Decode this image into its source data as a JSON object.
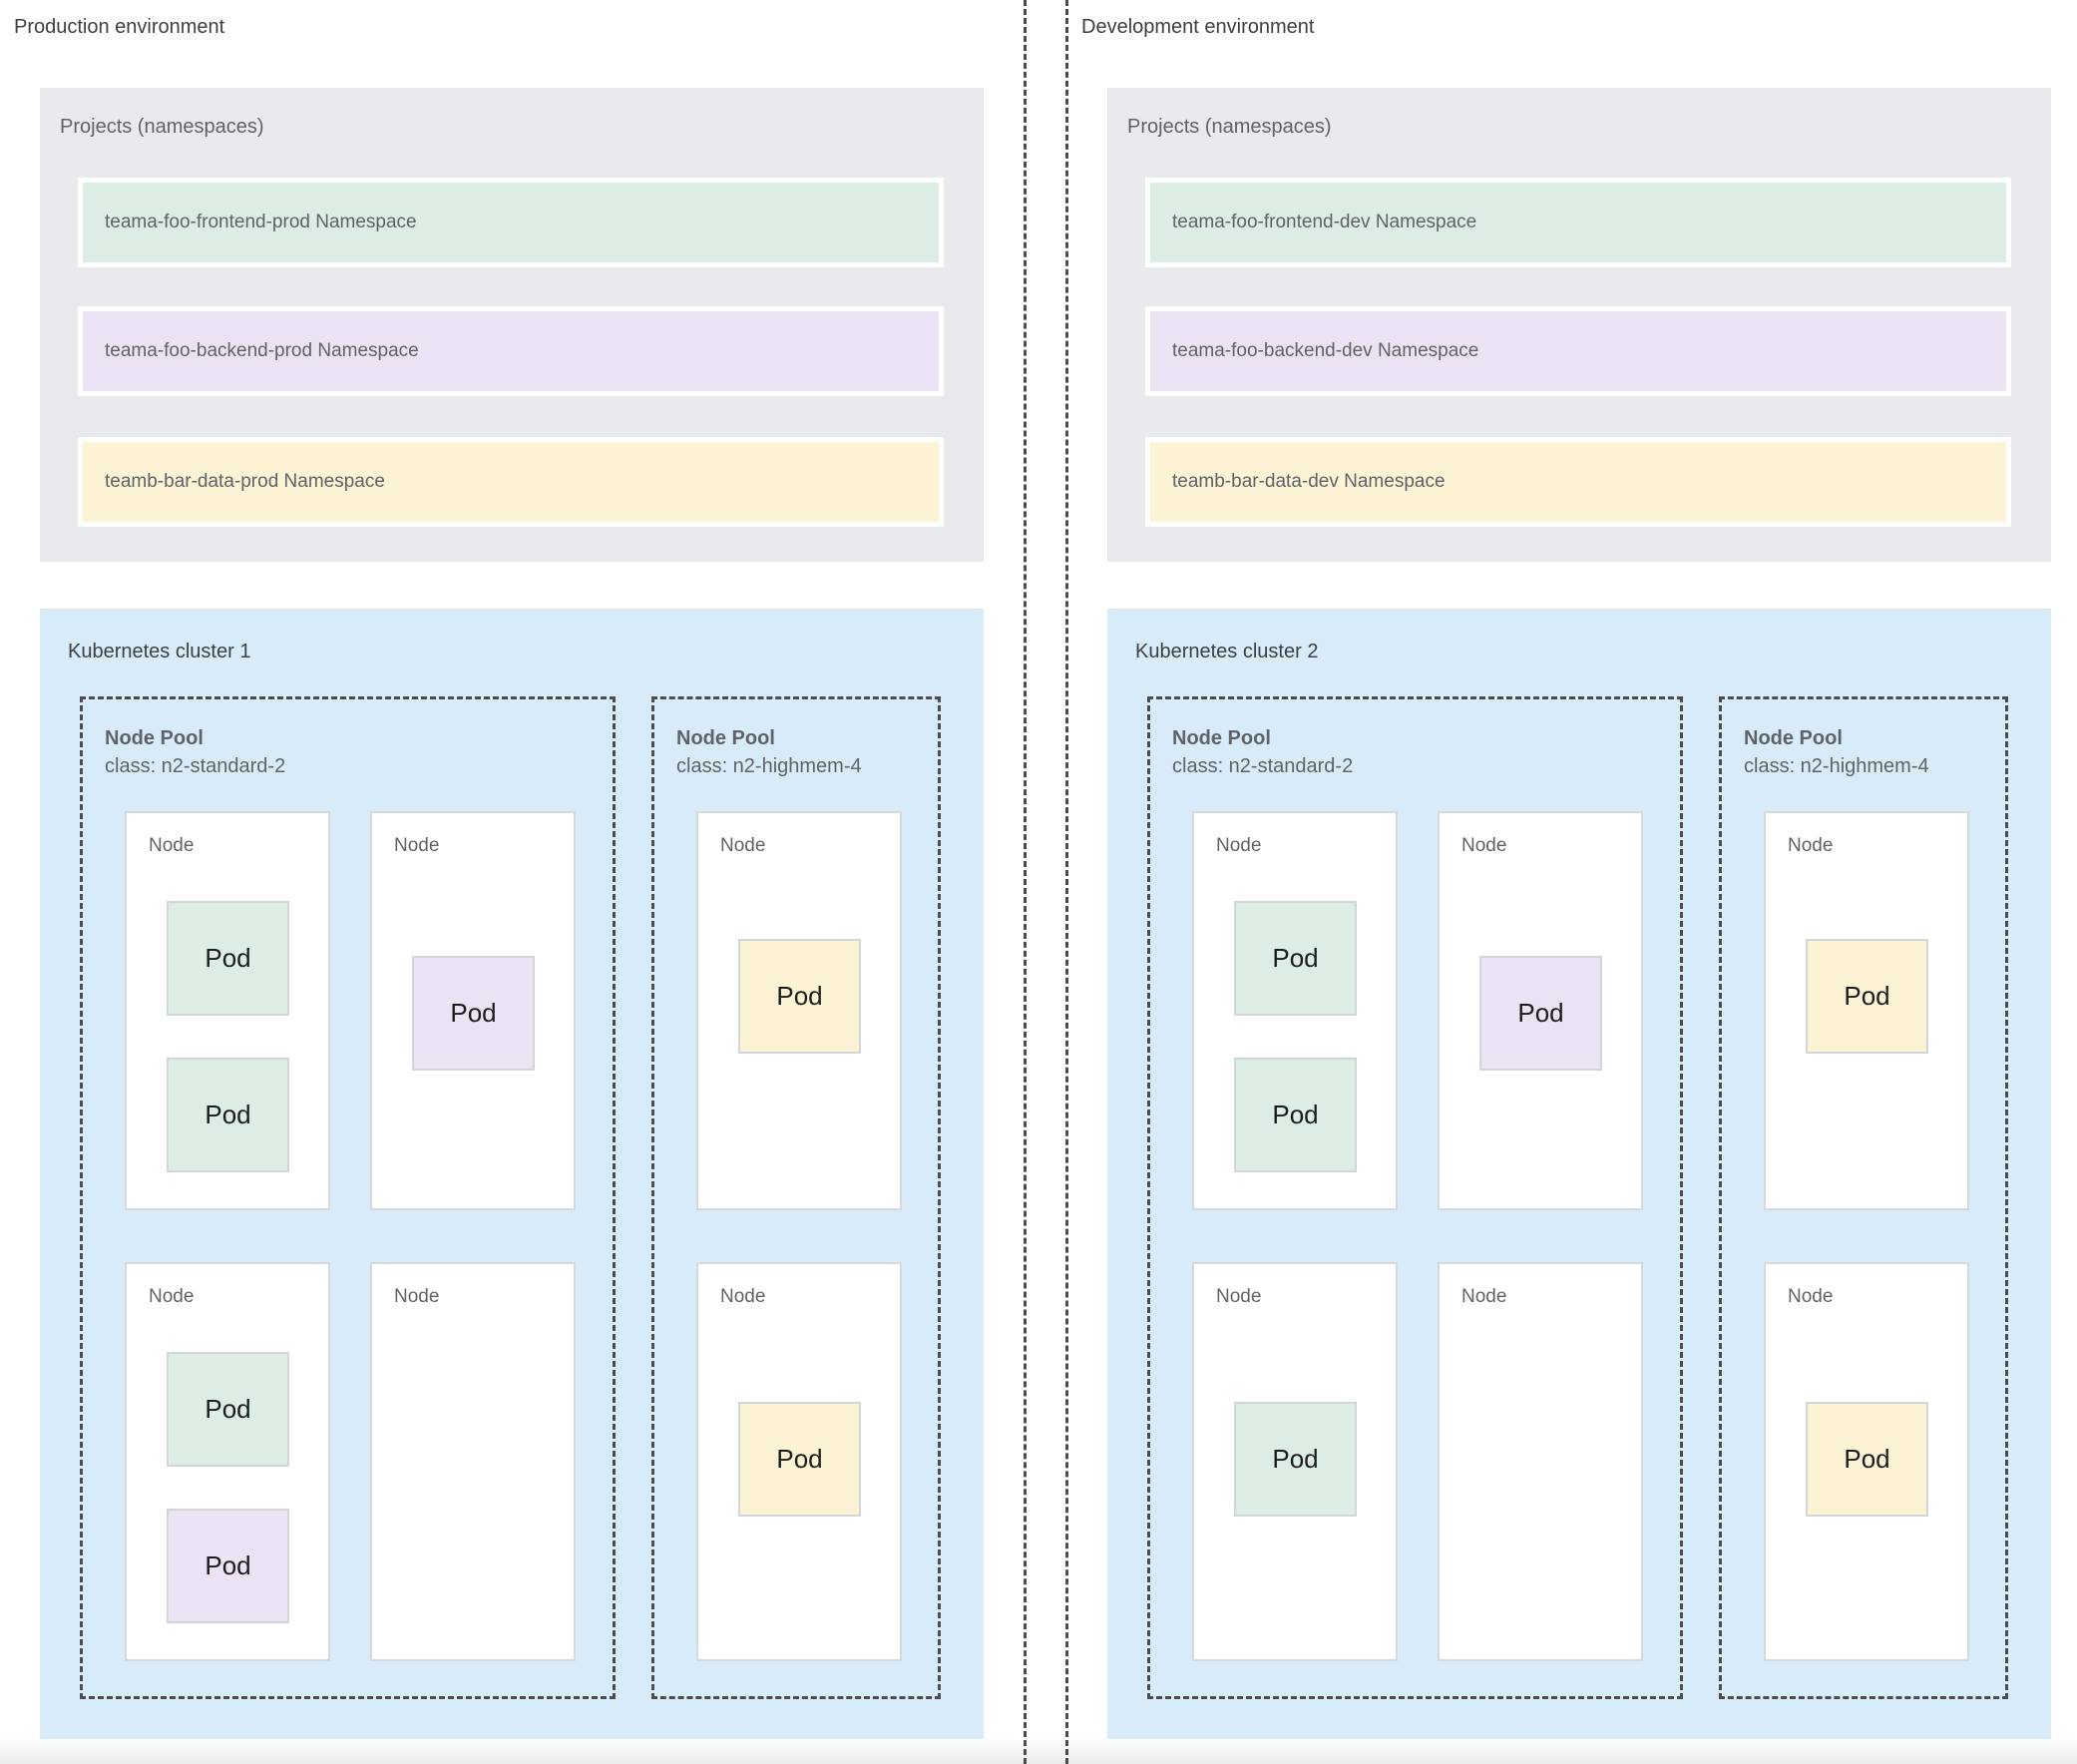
{
  "palette": {
    "box_grey": "#e8eaed",
    "cluster_blue": "#d7ecf8",
    "green": "#dcede4",
    "purple": "#ebe3f4",
    "yellow": "#fcf2d4",
    "label_grey": "#5f6368",
    "dashed_border": "#4c4c4c"
  },
  "environments": [
    {
      "title": "Production environment",
      "projects": {
        "label": "Projects (namespaces)",
        "namespaces": [
          {
            "label": "teama-foo-frontend-prod Namespace",
            "color": "green"
          },
          {
            "label": "teama-foo-backend-prod Namespace",
            "color": "purple"
          },
          {
            "label": "teamb-bar-data-prod Namespace",
            "color": "yellow"
          }
        ]
      },
      "cluster": {
        "label": "Kubernetes cluster 1",
        "pools": [
          {
            "title": "Node Pool",
            "machine_class": "class: n2-standard-2",
            "nodes": [
              {
                "label": "Node",
                "pods": [
                  {
                    "label": "Pod",
                    "color": "green"
                  },
                  {
                    "label": "Pod",
                    "color": "green"
                  }
                ]
              },
              {
                "label": "Node",
                "pods": [
                  {
                    "label": "Pod",
                    "color": "purple"
                  }
                ]
              },
              {
                "label": "Node",
                "pods": [
                  {
                    "label": "Pod",
                    "color": "green"
                  },
                  {
                    "label": "Pod",
                    "color": "purple"
                  }
                ]
              },
              {
                "label": "Node",
                "pods": []
              }
            ]
          },
          {
            "title": "Node Pool",
            "machine_class": "class: n2-highmem-4",
            "nodes": [
              {
                "label": "Node",
                "pods": [
                  {
                    "label": "Pod",
                    "color": "yellow"
                  }
                ]
              },
              {
                "label": "Node",
                "pods": [
                  {
                    "label": "Pod",
                    "color": "yellow"
                  }
                ]
              }
            ]
          }
        ]
      }
    },
    {
      "title": "Development environment",
      "projects": {
        "label": "Projects (namespaces)",
        "namespaces": [
          {
            "label": "teama-foo-frontend-dev Namespace",
            "color": "green"
          },
          {
            "label": "teama-foo-backend-dev Namespace",
            "color": "purple"
          },
          {
            "label": "teamb-bar-data-dev Namespace",
            "color": "yellow"
          }
        ]
      },
      "cluster": {
        "label": "Kubernetes cluster 2",
        "pools": [
          {
            "title": "Node Pool",
            "machine_class": "class: n2-standard-2",
            "nodes": [
              {
                "label": "Node",
                "pods": [
                  {
                    "label": "Pod",
                    "color": "green"
                  },
                  {
                    "label": "Pod",
                    "color": "green"
                  }
                ]
              },
              {
                "label": "Node",
                "pods": [
                  {
                    "label": "Pod",
                    "color": "purple"
                  }
                ]
              },
              {
                "label": "Node",
                "pods": [
                  {
                    "label": "Pod",
                    "color": "green"
                  }
                ]
              },
              {
                "label": "Node",
                "pods": []
              }
            ]
          },
          {
            "title": "Node Pool",
            "machine_class": "class: n2-highmem-4",
            "nodes": [
              {
                "label": "Node",
                "pods": [
                  {
                    "label": "Pod",
                    "color": "yellow"
                  }
                ]
              },
              {
                "label": "Node",
                "pods": [
                  {
                    "label": "Pod",
                    "color": "yellow"
                  }
                ]
              }
            ]
          }
        ]
      }
    }
  ]
}
